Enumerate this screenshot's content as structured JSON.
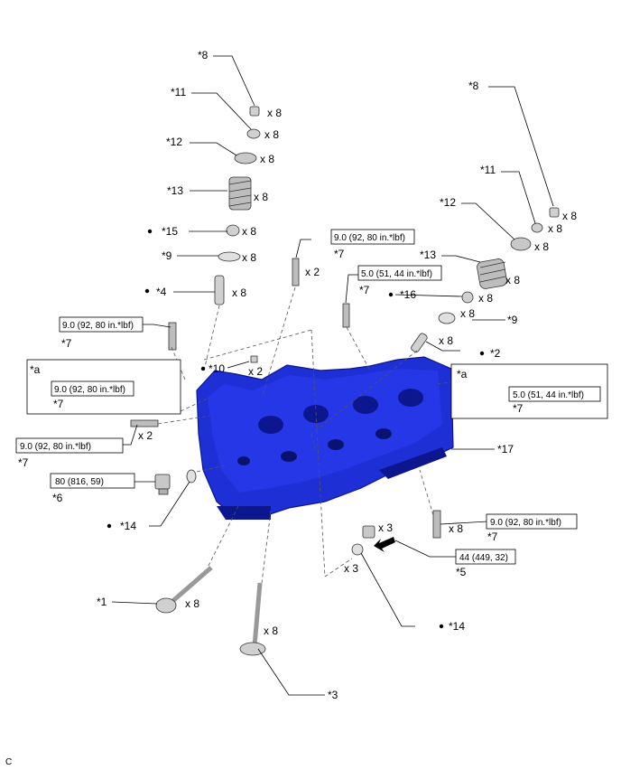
{
  "parts": {
    "p8a": "*8",
    "p11a": "*11",
    "p12a": "*12",
    "p13a": "*13",
    "p15": "*15",
    "p9a": "*9",
    "p4": "*4",
    "p10": "*10",
    "p6": "*6",
    "p14a": "*14",
    "p1": "*1",
    "p3": "*3",
    "p8b": "*8",
    "p11b": "*11",
    "p12b": "*12",
    "p13b": "*13",
    "p16": "*16",
    "p9b": "*9",
    "p2": "*2",
    "p17": "*17",
    "p5": "*5",
    "p14b": "*14",
    "p7a": "*7",
    "p7b": "*7",
    "p7c": "*7",
    "p7d": "*7",
    "p7e": "*7",
    "p7f": "*7",
    "p7g": "*7",
    "p7h": "*7",
    "pa1": "*a",
    "pa2": "*a"
  },
  "qty": {
    "x8": "x 8",
    "x2": "x 2",
    "x3": "x 3"
  },
  "torque": {
    "t9a": "9.0 (92, 80 in.*lbf)",
    "t5a": "5.0 (51, 44 in.*lbf)",
    "t80": "80 (816, 59)",
    "t44": "44 (449, 32)"
  },
  "corner_label": "C",
  "colors": {
    "head": "#1f2fd6",
    "head_dark": "#0c178f",
    "part_gray": "#d0d0d0"
  }
}
